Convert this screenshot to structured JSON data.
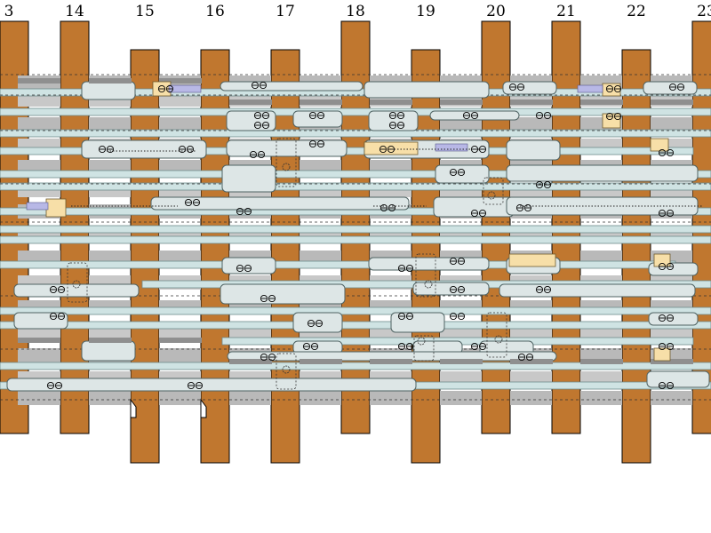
{
  "columns": [
    "3",
    "14",
    "15",
    "16",
    "17",
    "18",
    "19",
    "20",
    "21",
    "22",
    "23"
  ],
  "colors": {
    "copper": "#c0772f",
    "rail_gray": "#c8c8c8",
    "rail_dark": "#8f8f8f",
    "strip_light": "#cfe3e3",
    "block_pale": "#dde6e6",
    "highlight_yellow": "#f7dfa8",
    "highlight_lavender": "#b8b8e6",
    "outline": "#000000"
  },
  "icons": {
    "screw": "screw-pair-icon",
    "connector": "dashed-connector-icon"
  }
}
